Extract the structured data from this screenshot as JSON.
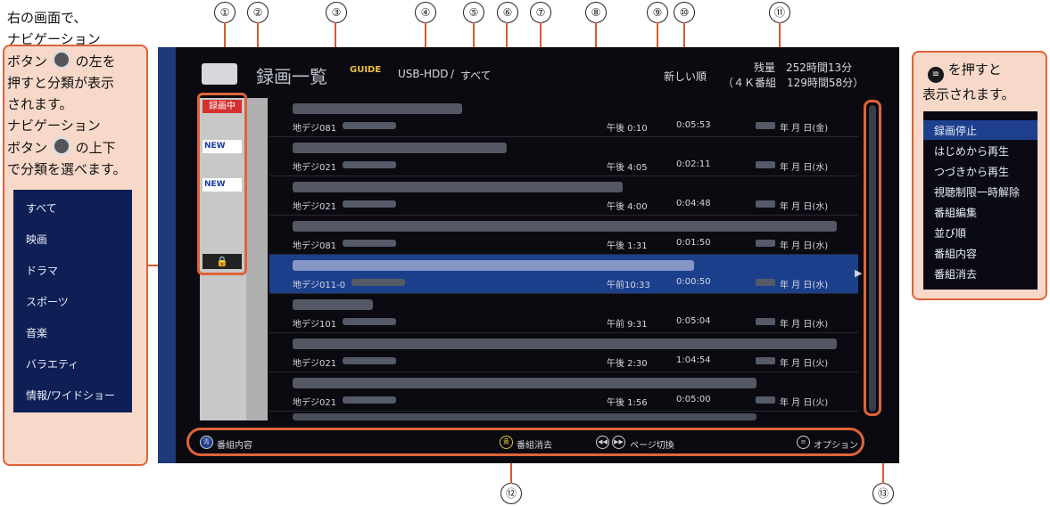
{
  "callouts": [
    "①",
    "②",
    "③",
    "④",
    "⑤",
    "⑥",
    "⑦",
    "⑧",
    "⑨",
    "⑩",
    "⑪",
    "⑫",
    "⑬"
  ],
  "left_panel": {
    "line1": "右の画面で、",
    "line2": "ナビゲーション",
    "line3a": "ボタン",
    "line3b": "の左を",
    "line4": "押すと分類が表示",
    "line5": "されます。",
    "line6": "ナビゲーション",
    "line7a": "ボタン",
    "line7b": "の上下",
    "line8": "で分類を選べます。",
    "categories": [
      "すべて",
      "映画",
      "ドラマ",
      "スポーツ",
      "音楽",
      "バラエティ",
      "情報/ワイドショー"
    ]
  },
  "header": {
    "title": "録画一覧",
    "guide_logo": "GUIDE",
    "device": "USB-HDD",
    "separator": "/",
    "category": "すべて",
    "sort": "新しい順",
    "remaining_label": "残量",
    "remaining": "252時間13分",
    "remaining_4k": "（４Ｋ番組　129時間58分）"
  },
  "tags": {
    "recording": "録画中",
    "new": "NEW",
    "lock_icon": "🔒"
  },
  "rows": [
    {
      "channel": "地デジ081",
      "time": "午後 0:10",
      "duration": "0:05:53",
      "date_suffix": "年 月 日(金)"
    },
    {
      "channel": "地デジ021",
      "time": "午後 4:05",
      "duration": "0:02:11",
      "date_suffix": "年 月 日(水)"
    },
    {
      "channel": "地デジ021",
      "time": "午後 4:00",
      "duration": "0:04:48",
      "date_suffix": "年 月 日(水)"
    },
    {
      "channel": "地デジ081",
      "time": "午後 1:31",
      "duration": "0:01:50",
      "date_suffix": "年 月 日(水)"
    },
    {
      "channel": "地デジ011-0",
      "time": "午前10:33",
      "duration": "0:00:50",
      "date_suffix": "年 月 日(水)"
    },
    {
      "channel": "地デジ101",
      "time": "午前 9:31",
      "duration": "0:05:04",
      "date_suffix": "年 月 日(水)"
    },
    {
      "channel": "地デジ021",
      "time": "午後 2:30",
      "duration": "1:04:54",
      "date_suffix": "年 月 日(火)"
    },
    {
      "channel": "地デジ021",
      "time": "午後 1:56",
      "duration": "0:05:00",
      "date_suffix": "年 月 日(火)"
    }
  ],
  "footer": {
    "blue_key": "青",
    "blue_label": "番組内容",
    "yellow_key": "黄",
    "yellow_label": "番組消去",
    "page_label": "ページ切換",
    "option_label": "オプション"
  },
  "right_panel": {
    "line1": "を押すと",
    "line2": "表示されます。",
    "options": [
      "録画停止",
      "はじめから再生",
      "つづきから再生",
      "視聴制限一時解除",
      "番組編集",
      "並び順",
      "番組内容",
      "番組消去"
    ]
  },
  "colors": {
    "accent": "#e0633a",
    "panel_bg": "#f8d9c9",
    "selected_row": "#1c3f8c",
    "nav_blue": "#0e1f55"
  }
}
